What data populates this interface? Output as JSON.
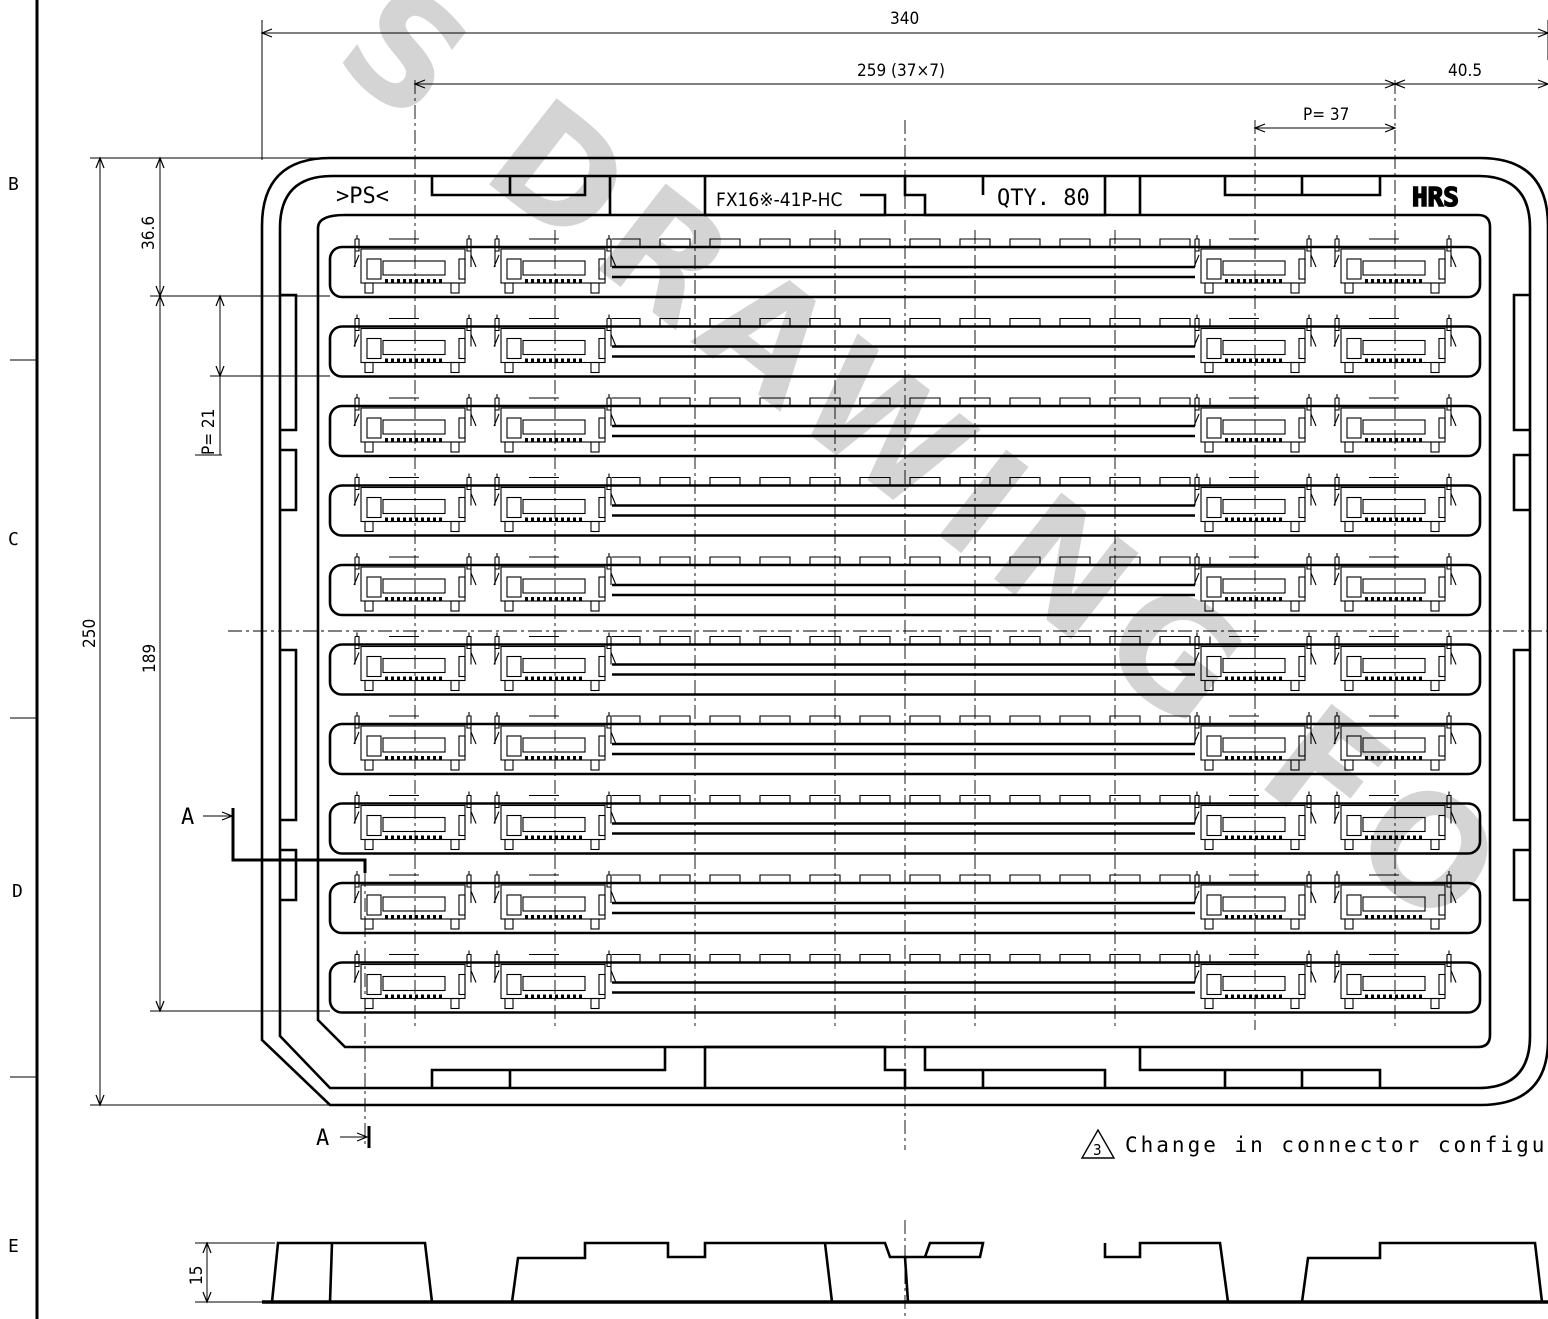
{
  "zone_labels": [
    "B",
    "C",
    "D",
    "E"
  ],
  "watermark": "S DRAWING FO",
  "dimensions": {
    "overall_width": "340",
    "pitch_span": "259 (37×7)",
    "edge_offset": "40.5",
    "column_pitch": "P= 37",
    "top_offset": "36.6",
    "row_pitch": "P= 21",
    "overall_height": "250",
    "row_span": "189",
    "tray_height": "15"
  },
  "tray_labels": {
    "direction_mark": ">PS<",
    "part_number": "FX16※-41P-HC",
    "quantity": "QTY. 80",
    "logo": "HRS"
  },
  "section_marks": {
    "upper": "A",
    "lower": "A"
  },
  "revision_note": {
    "symbol": "3",
    "text": "Change in connector configuration"
  },
  "layout": {
    "rows": 10,
    "connectors_per_row_visible": 4,
    "total_pockets": 80
  }
}
